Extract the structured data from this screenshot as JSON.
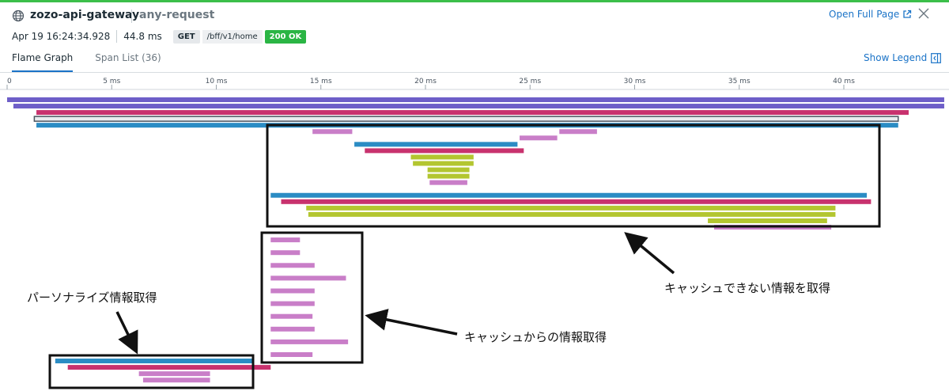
{
  "header": {
    "service": "zozo-api-gateway",
    "resource": "any-request",
    "open_full_page": "Open Full Page",
    "icons": {
      "service": "globe-icon",
      "open": "external-link-icon",
      "close": "close-icon"
    }
  },
  "request": {
    "timestamp": "Apr 19 16:24:34.928",
    "duration": "44.8 ms",
    "method": "GET",
    "path": "/bff/v1/home",
    "status": "200 OK"
  },
  "tabs": {
    "flame_graph": "Flame Graph",
    "span_list": "Span List (36)"
  },
  "legend_toggle": "Show Legend",
  "colors": {
    "purple": "#6e5ec8",
    "pink": "#c8326e",
    "blue": "#2b8cc4",
    "magenta": "#c97ec8",
    "lime": "#b3c630",
    "accent": "#1a73c7",
    "status_ok": "#2ab544"
  },
  "axis": {
    "max_ms": 44.8,
    "ticks": [
      {
        "value": 0,
        "label": "0"
      },
      {
        "value": 5,
        "label": "5 ms"
      },
      {
        "value": 10,
        "label": "10 ms"
      },
      {
        "value": 15,
        "label": "15 ms"
      },
      {
        "value": 20,
        "label": "20 ms"
      },
      {
        "value": 25,
        "label": "25 ms"
      },
      {
        "value": 30,
        "label": "30 ms"
      },
      {
        "value": 35,
        "label": "35 ms"
      },
      {
        "value": 40,
        "label": "40 ms"
      }
    ]
  },
  "spans": [
    {
      "start": 0.0,
      "end": 44.8,
      "depth": 0,
      "color": "purple"
    },
    {
      "start": 0.3,
      "end": 44.8,
      "depth": 1,
      "color": "purple"
    },
    {
      "start": 1.4,
      "end": 43.1,
      "depth": 2,
      "color": "pink"
    },
    {
      "start": 1.3,
      "end": 42.6,
      "depth": 3,
      "color": "selected"
    },
    {
      "start": 1.4,
      "end": 42.6,
      "depth": 4,
      "color": "blue"
    },
    {
      "start": 14.6,
      "end": 16.5,
      "depth": 5,
      "color": "magenta"
    },
    {
      "start": 26.4,
      "end": 28.2,
      "depth": 5,
      "color": "magenta"
    },
    {
      "start": 24.5,
      "end": 26.3,
      "depth": 6,
      "color": "magenta"
    },
    {
      "start": 16.6,
      "end": 24.4,
      "depth": 7,
      "color": "blue"
    },
    {
      "start": 17.1,
      "end": 24.7,
      "depth": 8,
      "color": "pink"
    },
    {
      "start": 19.3,
      "end": 22.3,
      "depth": 9,
      "color": "lime"
    },
    {
      "start": 19.4,
      "end": 22.3,
      "depth": 10,
      "color": "lime"
    },
    {
      "start": 20.1,
      "end": 22.1,
      "depth": 11,
      "color": "lime"
    },
    {
      "start": 20.1,
      "end": 22.1,
      "depth": 12,
      "color": "lime"
    },
    {
      "start": 20.2,
      "end": 22.0,
      "depth": 13,
      "color": "magenta"
    },
    {
      "start": 12.6,
      "end": 41.1,
      "depth": 15,
      "color": "blue"
    },
    {
      "start": 13.1,
      "end": 41.3,
      "depth": 16,
      "color": "pink"
    },
    {
      "start": 14.3,
      "end": 39.6,
      "depth": 17,
      "color": "lime"
    },
    {
      "start": 14.4,
      "end": 39.6,
      "depth": 18,
      "color": "lime"
    },
    {
      "start": 33.5,
      "end": 39.2,
      "depth": 19,
      "color": "lime"
    },
    {
      "start": 33.8,
      "end": 39.4,
      "depth": 20,
      "color": "magenta"
    },
    {
      "start": 12.6,
      "end": 14.0,
      "depth": 22,
      "color": "magenta"
    },
    {
      "start": 12.6,
      "end": 14.0,
      "depth": 24,
      "color": "magenta"
    },
    {
      "start": 12.6,
      "end": 14.7,
      "depth": 26,
      "color": "magenta"
    },
    {
      "start": 12.6,
      "end": 16.2,
      "depth": 28,
      "color": "magenta"
    },
    {
      "start": 12.6,
      "end": 14.7,
      "depth": 30,
      "color": "magenta"
    },
    {
      "start": 12.6,
      "end": 14.7,
      "depth": 32,
      "color": "magenta"
    },
    {
      "start": 12.6,
      "end": 14.6,
      "depth": 34,
      "color": "magenta"
    },
    {
      "start": 12.6,
      "end": 14.7,
      "depth": 36,
      "color": "magenta"
    },
    {
      "start": 12.6,
      "end": 16.3,
      "depth": 38,
      "color": "magenta"
    },
    {
      "start": 12.6,
      "end": 14.6,
      "depth": 40,
      "color": "magenta"
    },
    {
      "start": 2.3,
      "end": 11.8,
      "depth": 41,
      "color": "blue"
    },
    {
      "start": 2.9,
      "end": 12.6,
      "depth": 42,
      "color": "pink"
    },
    {
      "start": 6.3,
      "end": 9.7,
      "depth": 43,
      "color": "magenta"
    },
    {
      "start": 6.5,
      "end": 9.7,
      "depth": 44,
      "color": "magenta"
    }
  ],
  "annotations": {
    "personalize": "パーソナライズ情報取得",
    "cache_fetch": "キャッシュからの情報取得",
    "non_cacheable": "キャッシュできない情報を取得"
  }
}
